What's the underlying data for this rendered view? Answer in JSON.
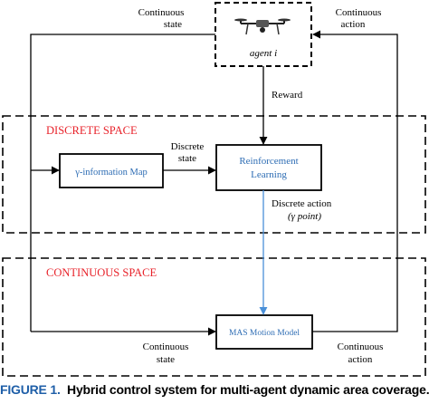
{
  "diagram": {
    "agent": {
      "label": "agent i"
    },
    "labels": {
      "continuous_state_top_1": "Continuous",
      "continuous_state_top_2": "state",
      "continuous_action_top_1": "Continuous",
      "continuous_action_top_2": "action",
      "reward": "Reward",
      "discrete_state_1": "Discrete",
      "discrete_state_2": "state",
      "discrete_action_1": "Discrete action",
      "discrete_action_2": "(γ point)",
      "continuous_state_bottom_1": "Continuous",
      "continuous_state_bottom_2": "state",
      "continuous_action_bottom_1": "Continuous",
      "continuous_action_bottom_2": "action"
    },
    "regions": {
      "discrete_title": "DISCRETE SPACE",
      "continuous_title": "CONTINUOUS SPACE"
    },
    "boxes": {
      "info_map": "γ-information Map",
      "rl_1": "Reinforcement",
      "rl_2": "Learning",
      "mas": "MAS Motion Model"
    },
    "colors": {
      "region_title": "#e8222a",
      "box_text": "#2e6db4",
      "blue_arrow": "#4a90d9",
      "caption_number": "#1f5fa8"
    }
  },
  "caption": {
    "number": "FIGURE 1.",
    "text": "Hybrid control system for multi-agent dynamic area coverage."
  }
}
